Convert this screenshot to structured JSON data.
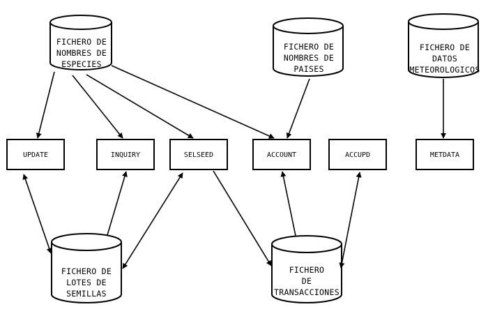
{
  "colors": {
    "ink": "#000000",
    "paper": "#ffffff"
  },
  "stores": {
    "especies": {
      "lines": [
        "FICHERO DE",
        "NOMBRES DE",
        "ESPECIES"
      ]
    },
    "paises": {
      "lines": [
        "FICHERO DE",
        "NOMBRES DE",
        "PAISES"
      ]
    },
    "meteo": {
      "lines": [
        "FICHERO DE",
        "DATOS",
        "METEOROLOGICOS"
      ]
    },
    "lotes": {
      "lines": [
        "FICHERO DE",
        "LOTES DE",
        "SEMILLAS"
      ]
    },
    "transacciones": {
      "lines": [
        "FICHERO",
        "DE",
        "TRANSACCIONES"
      ]
    }
  },
  "programs": {
    "update": "UPDATE",
    "inquiry": "INQUIRY",
    "selseed": "SELSEED",
    "account": "ACCOUNT",
    "accupd": "ACCUPD",
    "metdata": "METDATA"
  },
  "connections": [
    {
      "from": "especies",
      "to": "update",
      "kind": "one-way"
    },
    {
      "from": "especies",
      "to": "inquiry",
      "kind": "one-way"
    },
    {
      "from": "especies",
      "to": "selseed",
      "kind": "one-way"
    },
    {
      "from": "especies",
      "to": "account",
      "kind": "one-way"
    },
    {
      "from": "paises",
      "to": "account",
      "kind": "one-way"
    },
    {
      "from": "meteo",
      "to": "metdata",
      "kind": "one-way"
    },
    {
      "from": "update",
      "to": "lotes",
      "kind": "two-way"
    },
    {
      "from": "lotes",
      "to": "inquiry",
      "kind": "one-way"
    },
    {
      "from": "selseed",
      "to": "lotes",
      "kind": "two-way"
    },
    {
      "from": "selseed",
      "to": "transacciones",
      "kind": "one-way"
    },
    {
      "from": "transacciones",
      "to": "account",
      "kind": "one-way"
    },
    {
      "from": "accupd",
      "to": "transacciones",
      "kind": "two-way"
    }
  ]
}
